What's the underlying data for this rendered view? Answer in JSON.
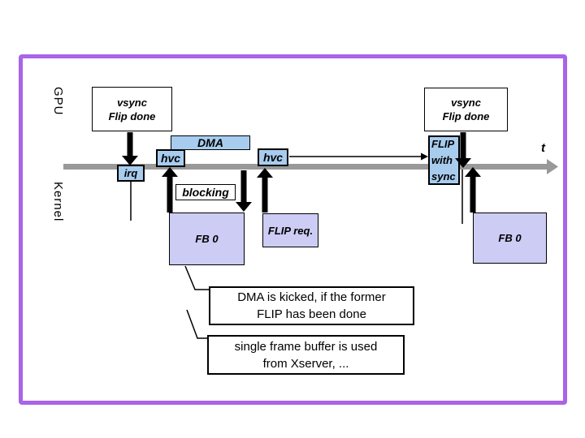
{
  "colors": {
    "frame-border": "#a964e8",
    "box-blue": "#a8ccee",
    "box-lavender": "#ccccf5",
    "timeline-gray": "#999999",
    "ink": "#000000",
    "background": "#ffffff"
  },
  "lanes": {
    "top": "GPU",
    "bottom": "Kernel"
  },
  "timeline": {
    "axis_label": "t"
  },
  "boxes": {
    "vsync_left": "vsync\nFlip done",
    "vsync_right": "vsync\nFlip done",
    "dma": "DMA",
    "hvc_left": "hvc",
    "hvc_right": "hvc",
    "irq": "irq",
    "blocking": "blocking",
    "flip_with_sync": "FLIP\nwith\nsync",
    "fb0_left": "FB 0",
    "flip_req": "FLIP req.",
    "fb0_right": "FB 0"
  },
  "callouts": [
    {
      "text": "DMA is kicked, if the former\nFLIP has been done"
    },
    {
      "text": "single frame buffer is used\nfrom Xserver, ..."
    }
  ]
}
